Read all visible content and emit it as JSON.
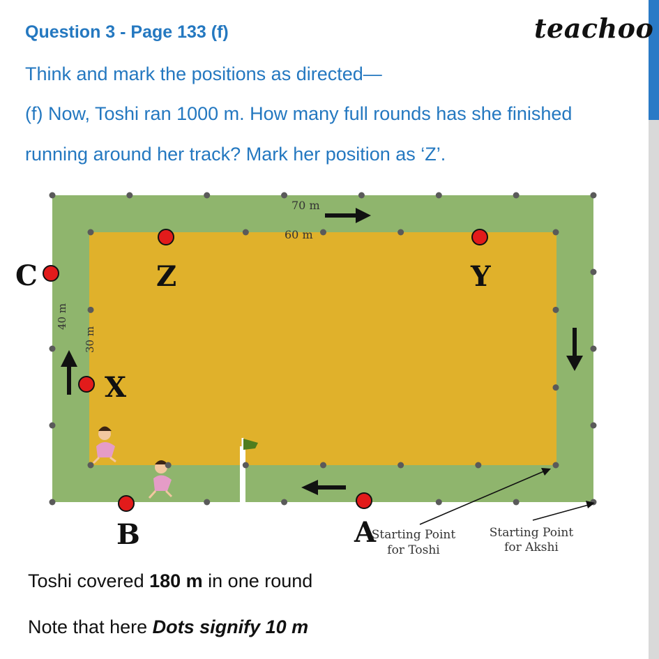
{
  "brand": {
    "name": "teachoo",
    "accent": "#2a7ac6"
  },
  "question": {
    "title": "Question 3 - Page 133 (f)",
    "line1": "Think and mark the positions as directed—",
    "line2": "(f) Now, Toshi ran 1000 m. How many full rounds has she finished",
    "line3": "running around her track? Mark her position as ‘Z’."
  },
  "diagram": {
    "outer_label": "70 m",
    "inner_label": "60 m",
    "left_outer_label": "40 m",
    "left_inner_label": "30 m",
    "points": {
      "C": "C",
      "Z": "Z",
      "Y": "Y",
      "X": "X",
      "B": "B",
      "A": "A"
    },
    "start_toshi_1": "Starting Point",
    "start_toshi_2": "for Toshi",
    "start_akshi_1": "Starting Point",
    "start_akshi_2": "for Akshi",
    "colors": {
      "outer_track": "#8fb56d",
      "inner_field": "#e0b12b",
      "marker": "#e21b1b",
      "dot": "#5a5a5a"
    }
  },
  "notes": {
    "n1_pre": "Toshi covered ",
    "n1_bold": "180 m",
    "n1_post": " in one round",
    "n2_pre": "Note that here ",
    "n2_bold": "Dots signify 10 m"
  }
}
